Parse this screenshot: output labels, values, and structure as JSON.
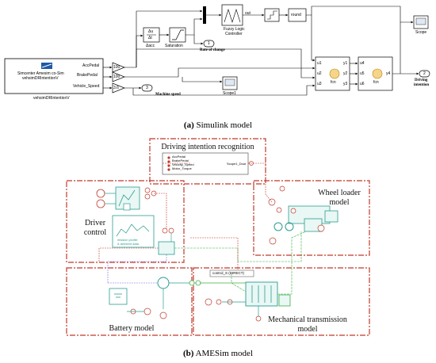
{
  "simulink": {
    "amesim_block": {
      "title_line1": "Simcenter Amesim co-Sim",
      "title_line2": "vehsimDRIntentionV",
      "block_name": "vehsimDRIntentionV",
      "ports": [
        "AccPedal",
        "BrakePedal",
        "Vehicle_Speed"
      ]
    },
    "gains": [
      "100",
      "100",
      "3.6"
    ],
    "derivative_label": "Δacc",
    "derivative_symbol_top": "Δu",
    "derivative_symbol_bottom": "Δt",
    "saturation_label": "Saturation",
    "rate_port_number": "1",
    "rate_port_label": "Rate of change",
    "machine_port_number": "3",
    "machine_port_label": "Machine speed",
    "fuzzy_label_line1": "Fuzzy Logic",
    "fuzzy_label_line2": "Controller",
    "out_label": "out",
    "round_label": "round",
    "scope_label": "Scope",
    "scope1_label": "Scope1",
    "fcn1": {
      "label": "fcn",
      "inputs": [
        "u1",
        "u2",
        "u3"
      ],
      "outputs": [
        "y1",
        "y2",
        "y3"
      ]
    },
    "fcn2": {
      "label": "fcn",
      "inputs": [
        "u4",
        "u5",
        "u6"
      ],
      "output": "y4"
    },
    "intent_port_number": "2",
    "intent_port_label_line1": "Driving",
    "intent_port_label_line2": "intention"
  },
  "caption_a": {
    "tag": "(a)",
    "text": " Simulink model"
  },
  "amesim": {
    "title": "Driving intention recognition",
    "cosim_inputs": [
      "AccPedal",
      "BrakePedal",
      "Velocity_Speed",
      "Motor_Torque"
    ],
    "cosim_output": "Scope1_Dout",
    "driver_label_line1": "Driver",
    "driver_label_line2": "control",
    "mission_label_line1": "mission profile",
    "mission_label_line2": "& ambient data",
    "wheel_label_line1": "Wheel loader",
    "wheel_label_line2": "model",
    "battery_label": "Battery model",
    "mech_label_line1": "Mechanical transmission",
    "mech_label_line2": "model",
    "control_label": "control_S (DIRECT)"
  },
  "caption_b": {
    "tag": "(b)",
    "text": " AMESim model"
  },
  "colors": {
    "signal_line": "#000000",
    "region_border": "#c0392b",
    "amesim_teal": "#2a9d8f",
    "amesim_red": "#c0392b",
    "amesim_green": "#3cb043",
    "fcn_fill": "#f6d58a"
  }
}
